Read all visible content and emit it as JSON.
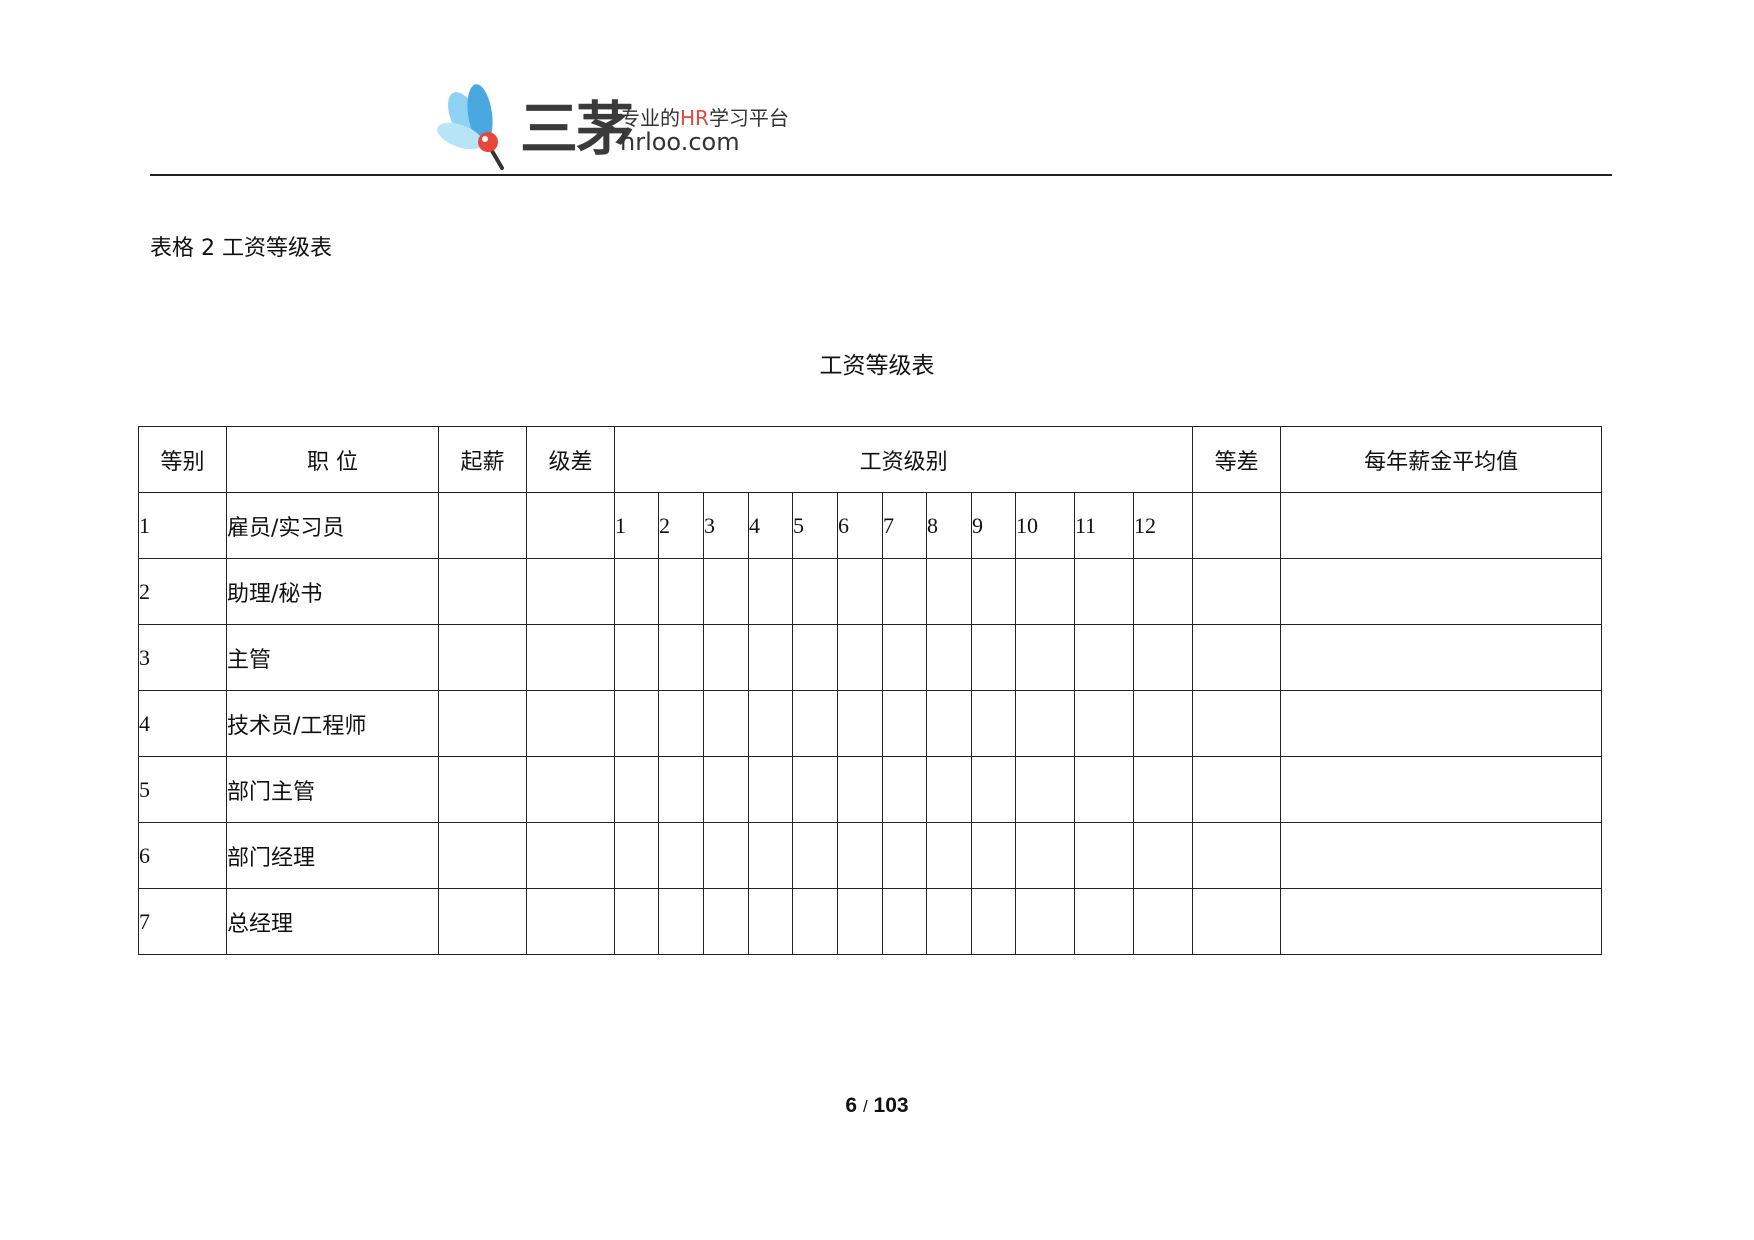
{
  "header": {
    "logo_name": "三茅",
    "slogan_pre": "专业的",
    "slogan_hr": "HR",
    "slogan_post": "学习平台",
    "domain": "hrloo.com",
    "colors": {
      "wing_blue": "#4aa8e0",
      "wing_light": "#8fd3f2",
      "pin_red": "#e8463a"
    }
  },
  "caption": "表格 2  工资等级表",
  "table_title": "工资等级表",
  "table": {
    "headers": {
      "grade": "等别",
      "position": "职  位",
      "start": "起薪",
      "step_diff": "级差",
      "levels": "工资级别",
      "grade_diff": "等差",
      "avg": "每年薪金平均值"
    },
    "sub_levels": [
      "1",
      "2",
      "3",
      "4",
      "5",
      "6",
      "7",
      "8",
      "9",
      "10",
      "11",
      "12"
    ],
    "rows": [
      {
        "grade": "1",
        "position": "雇员/实习员"
      },
      {
        "grade": "2",
        "position": "助理/秘书"
      },
      {
        "grade": "3",
        "position": "主管"
      },
      {
        "grade": "4",
        "position": "技术员/工程师"
      },
      {
        "grade": "5",
        "position": "部门主管"
      },
      {
        "grade": "6",
        "position": "部门经理"
      },
      {
        "grade": "7",
        "position": "总经理"
      }
    ]
  },
  "footer": {
    "page": "6",
    "sep": "/",
    "total": "103"
  }
}
